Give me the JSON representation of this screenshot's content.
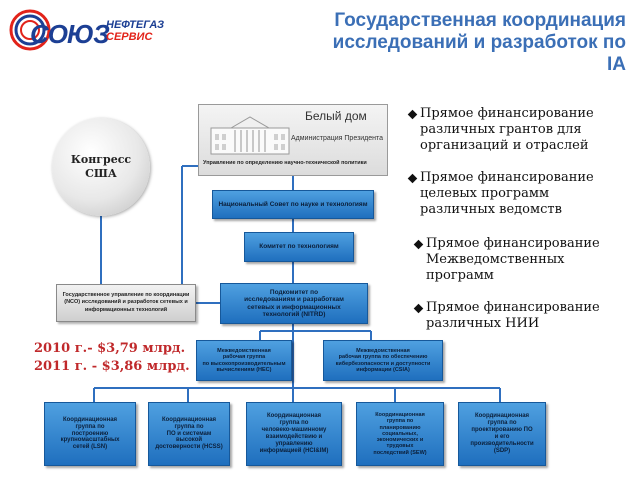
{
  "logo": {
    "main": "СОЮЗ",
    "sub1": "НЕФТЕГАЗ",
    "sub2": "СЕРВИС",
    "colors": {
      "blue": "#1c3f94",
      "red": "#e2231a"
    }
  },
  "title": {
    "line1": "Государственная координация",
    "line2": "исследований и разработок по",
    "line3": "IA"
  },
  "congress": {
    "line1": "Конгресс",
    "line2": "США"
  },
  "white_house": {
    "title": "Белый дом",
    "subtitle": "Администрация Президента",
    "bottom": "Управление по определению научно-технической политики"
  },
  "nodes": {
    "nstc": "Национальный Совет по науке и технологиям",
    "committee": "Комитет по технологиям",
    "nco": "Государственное управление по координации (NCO) исследований и разработок сетевых и информационных технологий",
    "nitrd": [
      "Подкомитет по",
      "исследованиям и разработкам",
      "сетевых и информационных",
      "технологий (NITRD)"
    ],
    "hec": [
      "Межведомственная",
      "рабочая группа",
      "по высокопроизводительным",
      "вычислениям (HEC)"
    ],
    "csia": [
      "Межведомственная",
      "рабочая группа по обеспечению",
      "кибербезопасности и доступности",
      "информации (CSIA)"
    ],
    "lsn": [
      "Координационная",
      "группа по",
      "построению",
      "крупномасштабных",
      "сетей (LSN)"
    ],
    "hcss": [
      "Координационная",
      "группа по",
      "ПО и системам",
      "высокой",
      "достоверности (HCSS)"
    ],
    "hci": [
      "Координационная",
      "группа по",
      "человеко-машинному",
      "взаимодействию и",
      "управлению",
      "информацией (HCI&IM)"
    ],
    "sew": [
      "Координационная",
      "группа по",
      "планированию",
      "социальных,",
      "экономических и",
      "трудовых",
      "последствий (SEW)"
    ],
    "sdp": [
      "Координационная",
      "группа по",
      "проектированию ПО",
      "и его",
      "производительности",
      "(SDP)"
    ]
  },
  "bullets": [
    [
      "Прямое финансирование",
      "различных грантов для",
      "организаций и отраслей"
    ],
    [
      "Прямое финансирование",
      "целевых программ",
      "различных ведомств"
    ],
    [
      "Прямое финансирование",
      "Межведомственных",
      "программ"
    ],
    [
      " Прямое финансирование",
      "различных НИИ"
    ]
  ],
  "budget": {
    "line1": "2010 г.- $3,79 млрд.",
    "line2": "2011 г. - $3,86 млрд."
  },
  "colors": {
    "title": "#3b6fb6",
    "box": "#2a7fcf",
    "line": "#2f6fbf",
    "budget": "#c0292b"
  }
}
